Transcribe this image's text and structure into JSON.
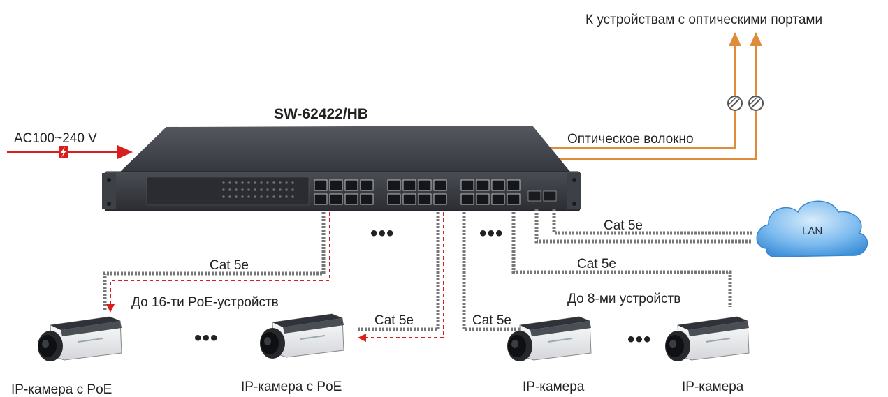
{
  "diagram": {
    "model": "SW-62422/HB",
    "power_label": "AC100~240 V",
    "fiber_target": "К устройствам с оптическими портами",
    "fiber_label": "Оптическое волокно",
    "cable_label": "Cat 5e",
    "lan_label": "LAN",
    "poe_group_label": "До 16-ти PoE-устройств",
    "non_poe_group_label": "До 8-ми устройств",
    "camera_poe_label": "IP-камера с PoE",
    "camera_label": "IP-камера",
    "ellipsis": "•••",
    "colors": {
      "power": "#d91e1e",
      "fiber": "#e08a3c",
      "cloud": "#5aa6e6",
      "switch": "#3a3d44",
      "dashed_power": "#d91e1e"
    }
  }
}
